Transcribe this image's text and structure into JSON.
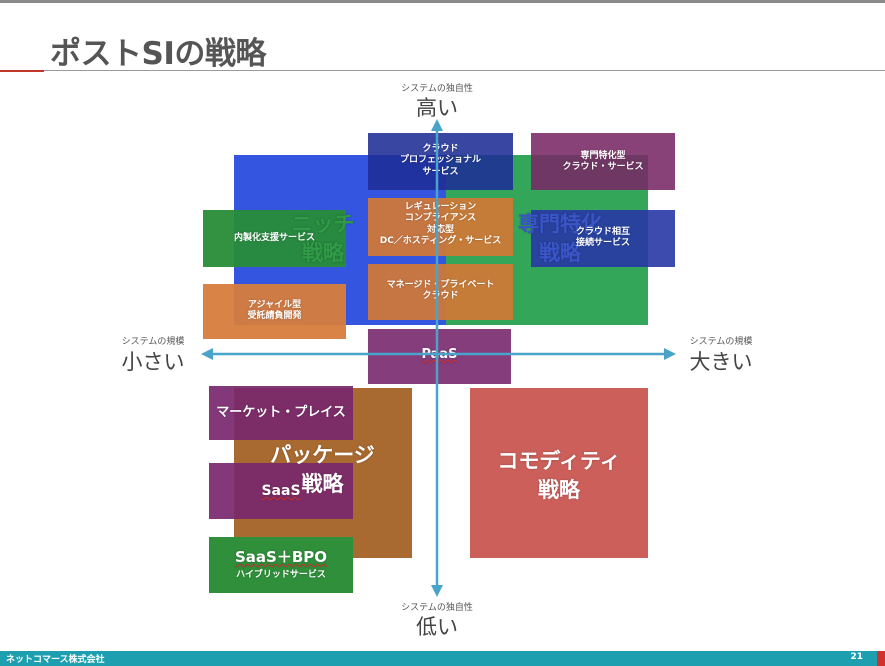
{
  "slide": {
    "title": "ポストSIの戦略",
    "company": "ネットコマース株式会社",
    "page_number": "21"
  },
  "axes": {
    "top_sub": "システムの独自性",
    "top_main": "高い",
    "bottom_sub": "システムの独自性",
    "bottom_main": "低い",
    "left_sub": "システムの規模",
    "left_main": "小さい",
    "right_sub": "システムの規模",
    "right_main": "大きい",
    "color": "#4aa3c8"
  },
  "strategies": {
    "niche": "ニッチ\n戦略",
    "specialized": "専門特化\n戦略",
    "package": "パッケージ\n戦略",
    "commodity": "コモディティ\n戦略"
  },
  "services": {
    "cloud_pro": "クラウド\nプロフェッショナル\nサービス",
    "specialized_cloud": "専門特化型\nクラウド・サービス",
    "in_house": "内製化支援サービス",
    "regulation": "レギュレーション\nコンプライアンス\n対応型\nDC／ホスティング・サービス",
    "cloud_interconnect": "クラウド相互\n接続サービス",
    "agile": "アジャイル型\n受託請負開発",
    "managed_private": "マネージド・プライベート\nクラウド",
    "paas": "PaaS",
    "marketplace": "マーケット・プレイス",
    "saas": "SaaS",
    "saas_bpo": "SaaS＋BPO",
    "hybrid": "ハイブリッドサービス"
  },
  "colors": {
    "niche_blue": "#3355e0",
    "specialized_green": "#34a65a",
    "package_brown": "#a86a30",
    "commodity_red": "#cc5f5a",
    "service_navy": "#263f9e",
    "service_purple": "#7b2e6c",
    "service_green": "#2f8f3a",
    "service_orange": "#d9823f",
    "footer_teal": "#1e9fb0"
  }
}
